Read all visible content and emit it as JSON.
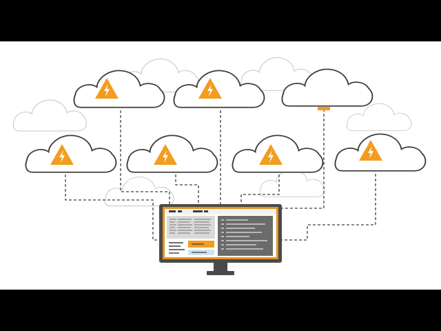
{
  "colors": {
    "background": "#ffffff",
    "letterbox": "#000000",
    "cloud_fill": "#ffffff",
    "cloud_stroke": "#3d3d3d",
    "cloud_faint_stroke": "#c4c4c4",
    "warning": "#f39c1e",
    "connector": "#3d3d3d",
    "monitor_frame": "#4a4a4a",
    "monitor_border": "#e8931c",
    "monitor_panel_dark": "#6b6b6b",
    "monitor_panel_light": "#d9d9d9"
  },
  "icons": {
    "alert": "warning-triangle-lightning-icon"
  },
  "clouds": [
    {
      "id": "cloud-top-left",
      "alert": true
    },
    {
      "id": "cloud-top-middle",
      "alert": true
    },
    {
      "id": "cloud-top-right",
      "alert": false
    },
    {
      "id": "cloud-middle-1",
      "alert": true
    },
    {
      "id": "cloud-middle-2",
      "alert": true
    },
    {
      "id": "cloud-middle-3",
      "alert": true
    },
    {
      "id": "cloud-middle-4",
      "alert": true
    }
  ],
  "monitor": {
    "icon": "computer-monitor-icon"
  }
}
